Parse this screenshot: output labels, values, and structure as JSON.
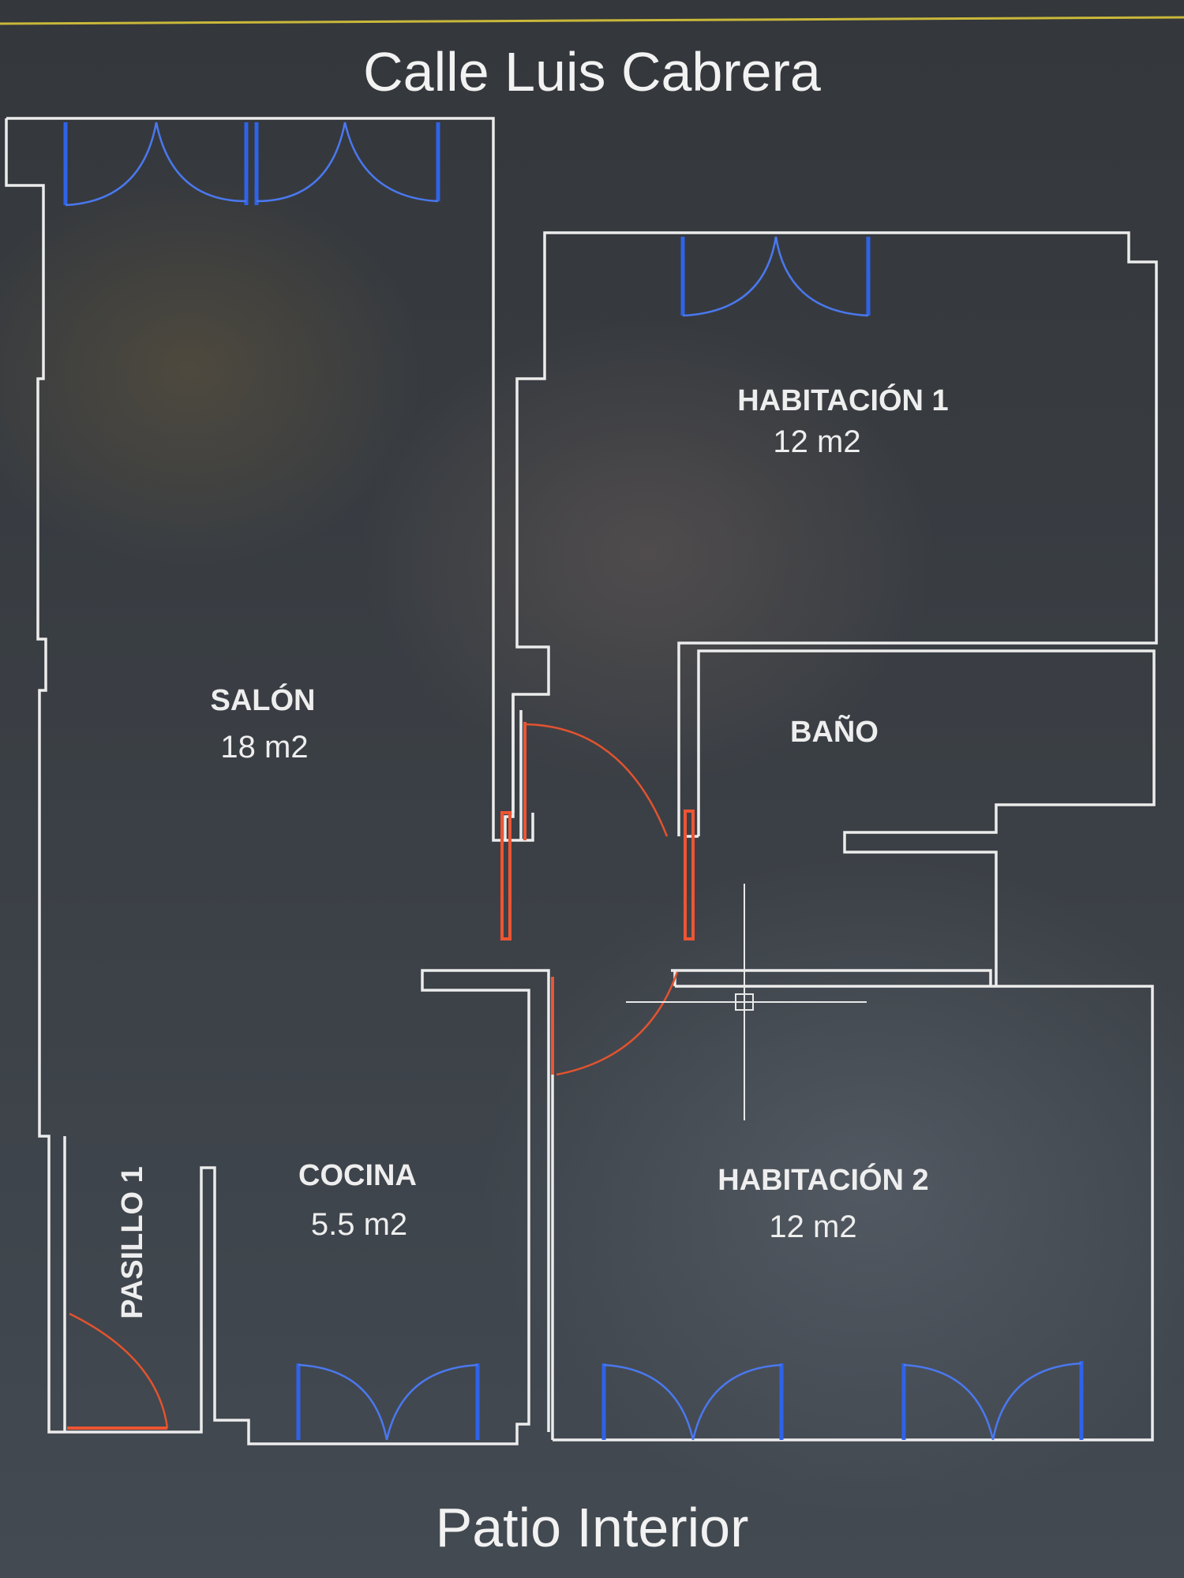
{
  "street_label": "Calle Luis Cabrera",
  "patio_label": "Patio Interior",
  "rooms": {
    "salon": {
      "name": "SALÓN",
      "area": "18 m2"
    },
    "habitacion1": {
      "name": "HABITACIÓN 1",
      "area": "12 m2"
    },
    "bano": {
      "name": "BAÑO"
    },
    "cocina": {
      "name": "COCINA",
      "area": "5.5 m2"
    },
    "habitacion2": {
      "name": "HABITACIÓN 2",
      "area": "12 m2"
    },
    "pasillo1": {
      "name": "PASILLO 1"
    }
  },
  "colors": {
    "background": "#3a3e43",
    "walls": "#ececec",
    "windows": "#2f63e8",
    "doors": "#ee5533",
    "top_edge": "#c9b83a"
  }
}
